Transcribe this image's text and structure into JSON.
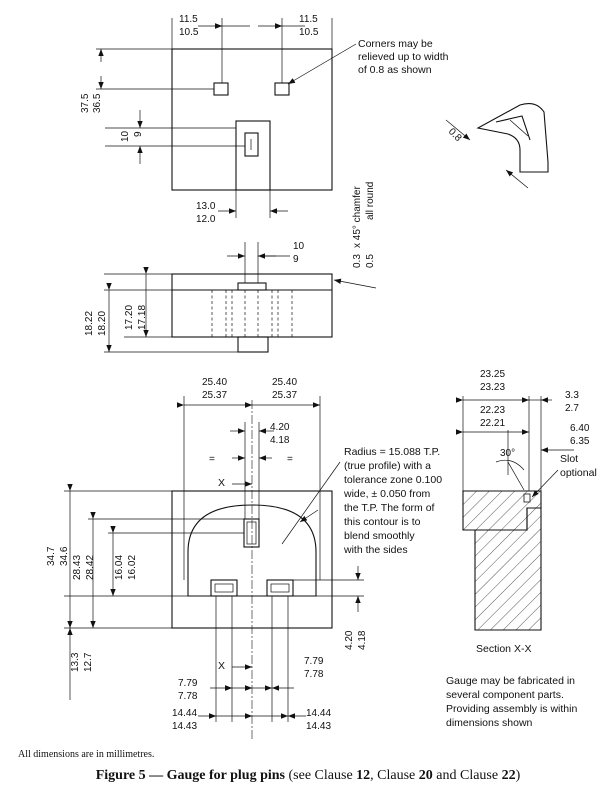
{
  "top_view": {
    "dim_left": [
      "11.5",
      "10.5"
    ],
    "dim_right": [
      "11.5",
      "10.5"
    ],
    "dim_height": [
      "37.5",
      "36.5"
    ],
    "dim_slot_len": [
      "10",
      "9"
    ],
    "dim_slot_w": [
      "13.0",
      "12.0"
    ]
  },
  "corner_note": [
    "Corners may be",
    "relieved up to width",
    "of 0.8 as shown"
  ],
  "corner_dim": "0.8",
  "side_view": {
    "chamfer_vals": [
      "0.3",
      "0.5"
    ],
    "chamfer_text": [
      "x 45° chamfer",
      "all round"
    ],
    "dim_slot": [
      "10",
      "9"
    ],
    "dim_overall": [
      "18.22",
      "18.20"
    ],
    "dim_inner": [
      "17.20",
      "17.18"
    ]
  },
  "front_view": {
    "dim_left": [
      "25.40",
      "25.37"
    ],
    "dim_right": [
      "25.40",
      "25.37"
    ],
    "dim_slot": [
      "4.20",
      "4.18"
    ],
    "equal_mark": "=",
    "section_mark": "X",
    "dim_h1": [
      "34.7",
      "34.6"
    ],
    "dim_h2": [
      "28.43",
      "28.42"
    ],
    "dim_h3": [
      "16.04",
      "16.02"
    ],
    "dim_h4": [
      "13.3",
      "12.7"
    ],
    "dim_bottom_slot": [
      "4.20",
      "4.18"
    ],
    "dim_pin_left": [
      "7.79",
      "7.78"
    ],
    "dim_pin_right": [
      "7.79",
      "7.78"
    ],
    "dim_span_left": [
      "14.44",
      "14.43"
    ],
    "dim_span_right": [
      "14.44",
      "14.43"
    ]
  },
  "radius_note": [
    "Radius = 15.088 T.P.",
    "(true profile) with a",
    "tolerance zone 0.100",
    "wide, ± 0.050 from",
    "the T.P. The form of",
    "this contour is to",
    "blend smoothly",
    "with the sides"
  ],
  "section": {
    "dim_a": [
      "23.25",
      "23.23"
    ],
    "dim_b": [
      "22.23",
      "22.21"
    ],
    "dim_c": [
      "3.3",
      "2.7"
    ],
    "dim_d": [
      "6.40",
      "6.35"
    ],
    "angle": "30°",
    "slot_label": [
      "Slot",
      "optional"
    ],
    "title": "Section X-X"
  },
  "fabrication_note": [
    "Gauge may be fabricated in",
    "several component parts.",
    "Providing assembly is within",
    "dimensions shown"
  ],
  "footnote": "All dimensions are in millimetres.",
  "caption": {
    "fig": "Figure 5 — Gauge for plug pins",
    "p1": " (see Clause ",
    "c1": "12",
    "p2": ", Clause ",
    "c2": "20",
    "p3": " and Clause ",
    "c3": "22",
    "p4": ")"
  }
}
